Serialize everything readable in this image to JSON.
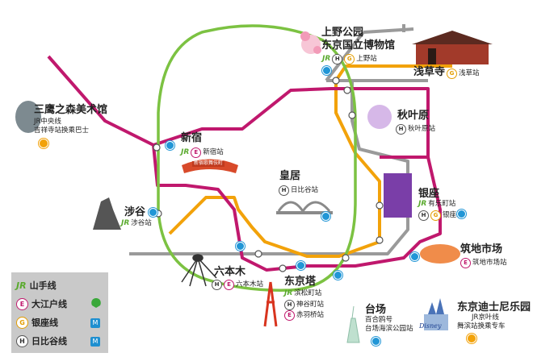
{
  "places": {
    "ueno": {
      "name1": "上野公园",
      "name2": "东京国立博物馆",
      "station": "上野站"
    },
    "asakusa": {
      "name": "浅草寺",
      "station": "浅草站"
    },
    "akihabara": {
      "name": "秋叶原",
      "station": "秋叶原站"
    },
    "mitaka": {
      "name": "三鹰之森美术馆",
      "line1": "JR中央线",
      "line2": "吉祥寺站换乘巴士"
    },
    "shinjuku": {
      "name": "新宿",
      "station": "新宿站",
      "sign": "新宿歌舞伎町"
    },
    "kokyo": {
      "name": "皇居",
      "station": "日比谷站"
    },
    "ginza": {
      "name": "银座",
      "station1": "有乐町站",
      "station2": "银座站"
    },
    "shibuya": {
      "name": "涉谷",
      "station": "涉谷站"
    },
    "tsukiji": {
      "name": "筑地市场",
      "station": "筑地市场站"
    },
    "roppongi": {
      "name": "六本木",
      "station": "六本木站"
    },
    "tokyotower": {
      "name": "东京塔",
      "station1": "滨松町站",
      "station2": "神谷町站",
      "station3": "赤羽桥站"
    },
    "odaiba": {
      "name": "台场",
      "station1": "百合鸥号",
      "station2": "台场海滨公园站"
    },
    "disney": {
      "name": "东京迪士尼乐园",
      "line": "JR京叶线",
      "line2": "舞滨站换乘专车",
      "logo": "Disney"
    }
  },
  "legend": {
    "yamanote": "山手线",
    "oedo": "大江户线",
    "ginza": "银座线",
    "hibiya": "日比谷线"
  },
  "badges": {
    "jr": "JR",
    "e": "E",
    "g": "G",
    "h": "H"
  },
  "colors": {
    "yamanote": "#7cc242",
    "oedo": "#c0186d",
    "ginza": "#f2a20a",
    "hibiya": "#9a9a9a",
    "station_pin": "#2196d6"
  }
}
